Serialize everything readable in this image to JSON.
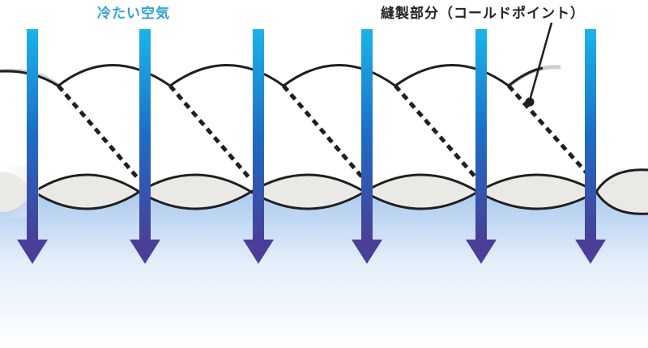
{
  "labels": {
    "cold_air": "冷たい空気",
    "seam": "縫製部分（コールドポイント）"
  },
  "colors": {
    "cold_label": "#2fa3d8",
    "arrow_top": "#1ab4ea",
    "arrow_bottom": "#4b3e98",
    "floor_top": "#a9c9ee",
    "chamber_fill": "#ebe9e5",
    "outline": "#1f1f1f"
  },
  "icons": [
    "down-arrow-icon"
  ],
  "diagram": {
    "cold_air_arrows": 6,
    "lower_chambers": 5,
    "upper_chambers": 5,
    "stitch_lines": 5
  }
}
